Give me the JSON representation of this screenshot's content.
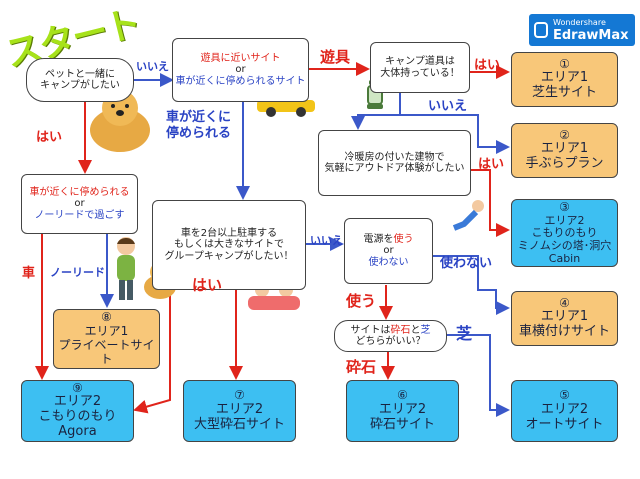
{
  "brand": {
    "name": "EdrawMax",
    "maker": "Wondershare"
  },
  "start_label": "スタート",
  "nodes": {
    "pet": {
      "l1": "ペットと一緒に",
      "l2": "キャンプがしたい"
    },
    "near": {
      "l1": "遊具に近いサイト",
      "or": "or",
      "l2": "車が近くに停められるサイト"
    },
    "gear": {
      "l1": "キャンプ道具は",
      "l2": "大体持っている！"
    },
    "car": {
      "l1": "車が近くに停められる",
      "or": "or",
      "l2": "ノーリードで過ごす"
    },
    "aircon": {
      "l1": "冷暖房の付いた建物で",
      "l2": "気軽にアウトドア体験がしたい"
    },
    "group": {
      "l1": "車を2台以上駐車する",
      "l2": "もしくは大きなサイトで",
      "l3": "グループキャンプがしたい！"
    },
    "power": {
      "l1a": "電源を",
      "l1b": "使う",
      "or": "or",
      "l2": "使わない"
    },
    "surface": {
      "a": "サイトは",
      "b": "砕石",
      "c": "と",
      "d": "芝",
      "e": "どちらがいい？"
    }
  },
  "results": [
    {
      "id": "r1",
      "num": "①",
      "l1": "エリア1",
      "l2": "芝生サイト"
    },
    {
      "id": "r2",
      "num": "②",
      "l1": "エリア1",
      "l2": "手ぶらプラン"
    },
    {
      "id": "r3",
      "num": "③",
      "l1": "エリア2",
      "l2": "こもりのもり",
      "l3": "ミノムシの塔･洞穴",
      "l4": "Cabin"
    },
    {
      "id": "r4",
      "num": "④",
      "l1": "エリア1",
      "l2": "車横付けサイト"
    },
    {
      "id": "r5",
      "num": "⑤",
      "l1": "エリア2",
      "l2": "オートサイト"
    },
    {
      "id": "r6",
      "num": "⑥",
      "l1": "エリア2",
      "l2": "砕石サイト"
    },
    {
      "id": "r7",
      "num": "⑦",
      "l1": "エリア2",
      "l2": "大型砕石サイト"
    },
    {
      "id": "r8",
      "num": "⑧",
      "l1": "エリア1",
      "l2": "プライベートサイト"
    },
    {
      "id": "r9",
      "num": "⑨",
      "l1": "エリア2",
      "l2": "こもりのもり",
      "l3": "Agora"
    }
  ],
  "edge_labels": {
    "iie1": "いいえ",
    "yugu": "遊具",
    "hai1": "はい",
    "iie2": "いいえ",
    "hai2": "はい",
    "car_near": "車が近くに停められる",
    "hai3": "はい",
    "iie3": "いいえ",
    "kuruma": "車",
    "noleash": "ノーリード",
    "hai4": "はい",
    "tsukawanai": "使わない",
    "tsukau": "使う",
    "saiseki": "砕石",
    "shiba": "芝"
  },
  "colors": {
    "red": "#e0241b",
    "blue": "#3b58c9",
    "orange_box": "#f8c779",
    "blue_box": "#3dbff2"
  }
}
